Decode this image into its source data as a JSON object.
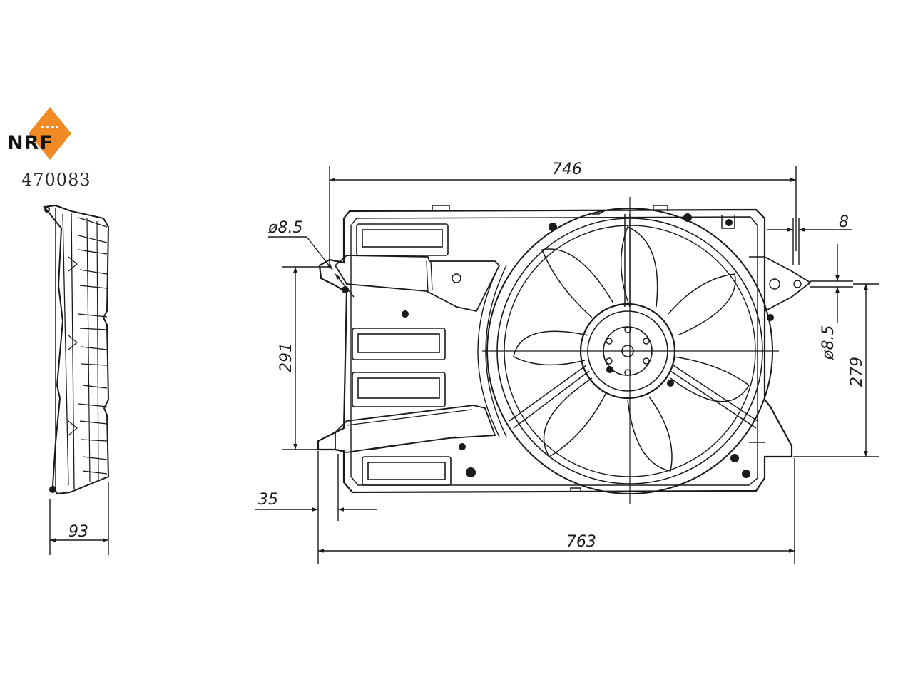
{
  "brand": {
    "name": "NRF",
    "accent_color": "#f08a24",
    "ink_color": "#1a1a1a"
  },
  "part_number": "470083",
  "dimensions": {
    "overall_width_top": "746",
    "overall_width_bottom": "763",
    "left_mount_height": "291",
    "right_mount_height": "279",
    "left_hole_diameter": "ø8.5",
    "right_hole_diameter": "ø8.5",
    "right_tab_thickness": "8",
    "left_offset": "35",
    "side_depth": "93"
  }
}
